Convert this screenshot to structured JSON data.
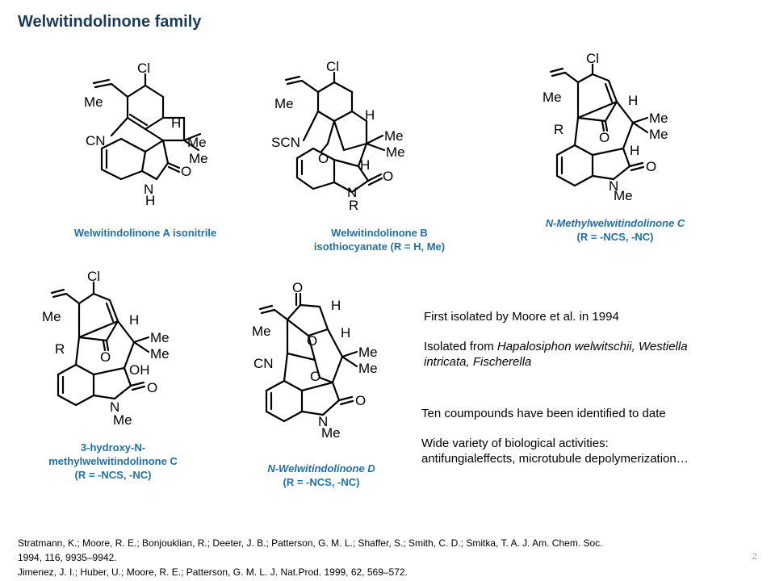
{
  "page": {
    "title": "Welwitindolinone family",
    "page_number": "2"
  },
  "structures": [
    {
      "caption_lines": [
        "Welwitindolinone A isonitrile"
      ]
    },
    {
      "caption_lines": [
        "Welwitindolinone B",
        "isothiocyanate (R = H, Me)"
      ]
    },
    {
      "caption_lines": [
        "N-Methylwelwitindolinone C",
        "(R = -NCS, -NC)"
      ]
    },
    {
      "caption_lines": [
        "3-hydroxy-N-",
        "methylwelwitindolinone C",
        "(R = -NCS, -NC)"
      ]
    },
    {
      "caption_lines": [
        "N-Welwitindolinone D",
        "(R = -NCS, -NC)"
      ]
    }
  ],
  "atom_labels": {
    "cl": "Cl",
    "me": "Me",
    "cn": "CN",
    "scn": "SCN",
    "h": "H",
    "o": "O",
    "n": "N",
    "r": "R",
    "oh": "OH"
  },
  "notes": {
    "first_isolated": "First isolated by Moore et al. in 1994",
    "isolated_from_prefix": "Isolated from ",
    "isolated_from_species": "Hapalosiphon welwitschii, Westiella",
    "isolated_from_species_2": "intricata, Fischerella",
    "compounds": "Ten coumpounds have been identified to date",
    "activities_1": "Wide variety of biological activities:",
    "activities_2": "antifungialeffects, microtubule depolymerization…"
  },
  "references": [
    "Stratmann, K.; Moore, R. E.; Bonjouklian, R.; Deeter, J. B.; Patterson, G. M. L.; Shaffer, S.; Smith, C. D.; Smitka, T. A. J. Am. Chem. Soc.",
    "1994, 116, 9935–9942.",
    "Jimenez, J. I.; Huber, U.; Moore, R. E.; Patterson, G. M. L. J. Nat.Prod. 1999, 62, 569–572."
  ]
}
